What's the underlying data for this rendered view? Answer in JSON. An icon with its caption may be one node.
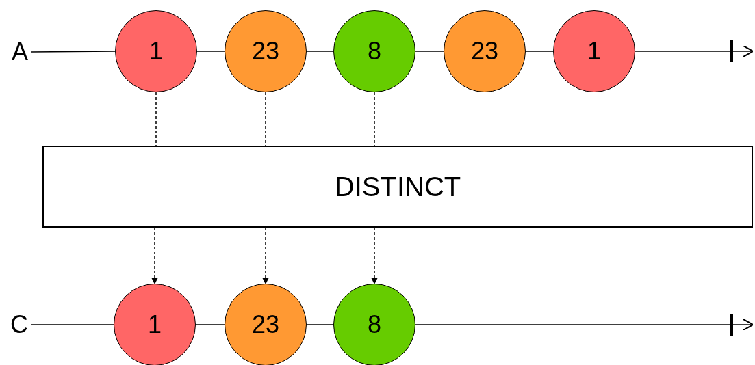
{
  "diagram": {
    "nodes": [
      {
        "text": [
          "A"
        ]
      },
      {
        "text": [
          "1"
        ]
      },
      {
        "text": [
          "23"
        ]
      },
      {
        "text": [
          "8"
        ]
      },
      {
        "text": [
          "23"
        ]
      },
      {
        "text": [
          "1"
        ]
      },
      {
        "text": [
          "DISTINCT"
        ]
      },
      {
        "text": [
          "C"
        ]
      },
      {
        "text": [
          "1"
        ]
      },
      {
        "text": [
          "23"
        ]
      },
      {
        "text": [
          "8"
        ]
      }
    ],
    "edges": [
      {
        "from": 0,
        "to": 1,
        "arrow": "none"
      },
      {
        "from": 1,
        "to": 2,
        "arrow": "none"
      },
      {
        "from": 2,
        "to": 3,
        "arrow": "none"
      },
      {
        "from": 3,
        "to": 4,
        "arrow": "none"
      },
      {
        "from": 4,
        "to": 5,
        "arrow": "none"
      },
      {
        "from": 5,
        "to": null,
        "arrow": "to"
      },
      {
        "from": 1,
        "to": 6,
        "arrow": "none",
        "style": "dashed"
      },
      {
        "from": 2,
        "to": 6,
        "arrow": "none",
        "style": "dashed"
      },
      {
        "from": 3,
        "to": 6,
        "arrow": "none",
        "style": "dashed"
      },
      {
        "from": 6,
        "to": 8,
        "arrow": "to",
        "style": "dashed"
      },
      {
        "from": 6,
        "to": 9,
        "arrow": "to",
        "style": "dashed"
      },
      {
        "from": 6,
        "to": 10,
        "arrow": "to",
        "style": "dashed"
      },
      {
        "from": 7,
        "to": 8,
        "arrow": "none"
      },
      {
        "from": 8,
        "to": 9,
        "arrow": "none"
      },
      {
        "from": 9,
        "to": 10,
        "arrow": "none"
      },
      {
        "from": 10,
        "to": null,
        "arrow": "to"
      }
    ]
  }
}
